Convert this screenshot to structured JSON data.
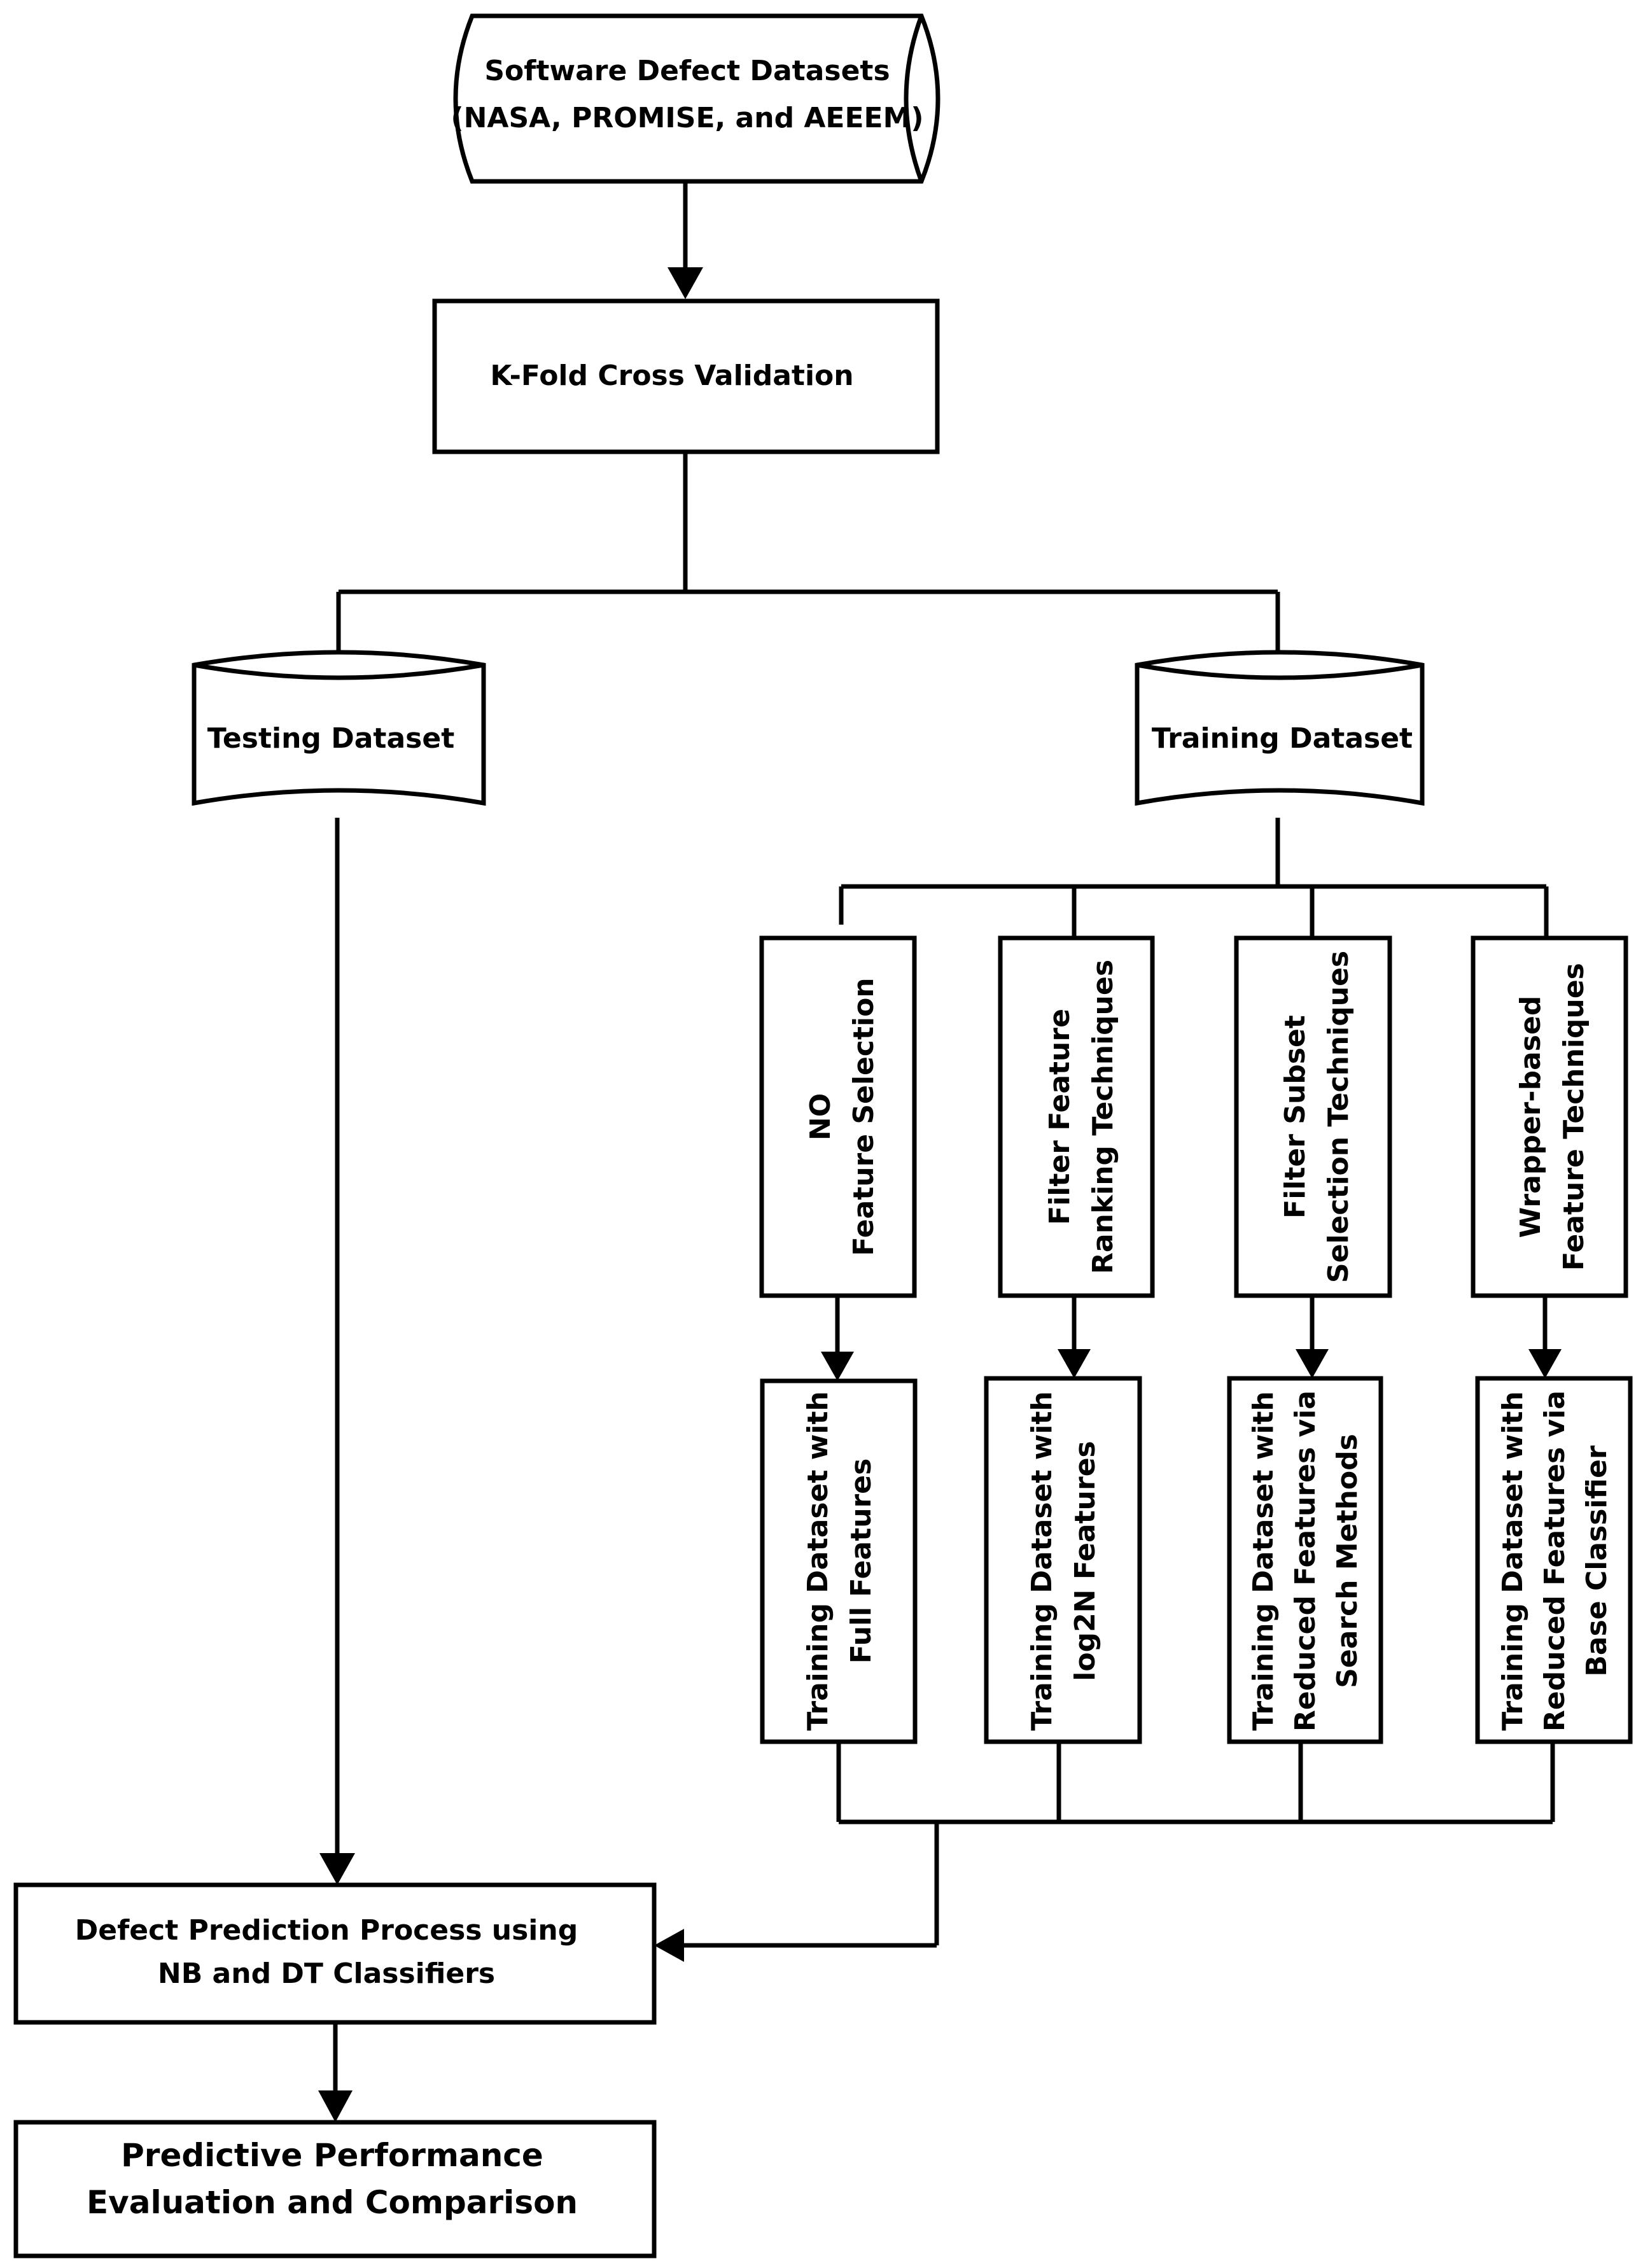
{
  "nodes": {
    "datasets": {
      "line1": "Software Defect Datasets",
      "line2": "(NASA, PROMISE, and AEEEM)"
    },
    "kfold": {
      "label": "K-Fold Cross Validation"
    },
    "testing": {
      "label": "Testing Dataset"
    },
    "training": {
      "label": "Training Dataset"
    },
    "fs_none": {
      "line1": "NO",
      "line2": "Feature Selection"
    },
    "fs_rank": {
      "line1": "Filter Feature",
      "line2": "Ranking Techniques"
    },
    "fs_subset": {
      "line1": "Filter Subset",
      "line2": "Selection Techniques"
    },
    "fs_wrapper": {
      "line1": "Wrapper-based",
      "line2": "Feature Techniques"
    },
    "td_full": {
      "line1": "Training Dataset with",
      "line2": "Full Features"
    },
    "td_log2n": {
      "line1": "Training Dataset with",
      "line2": "log2N Features"
    },
    "td_search": {
      "line1": "Training Dataset with",
      "line2": "Reduced Features via",
      "line3": "Search Methods"
    },
    "td_base": {
      "line1": "Training Dataset with",
      "line2": "Reduced Features via",
      "line3": "Base Classifier"
    },
    "prediction": {
      "line1": "Defect Prediction Process using",
      "line2": "NB and DT Classifiers"
    },
    "evaluation": {
      "line1": "Predictive Performance",
      "line2": "Evaluation and Comparison"
    }
  }
}
